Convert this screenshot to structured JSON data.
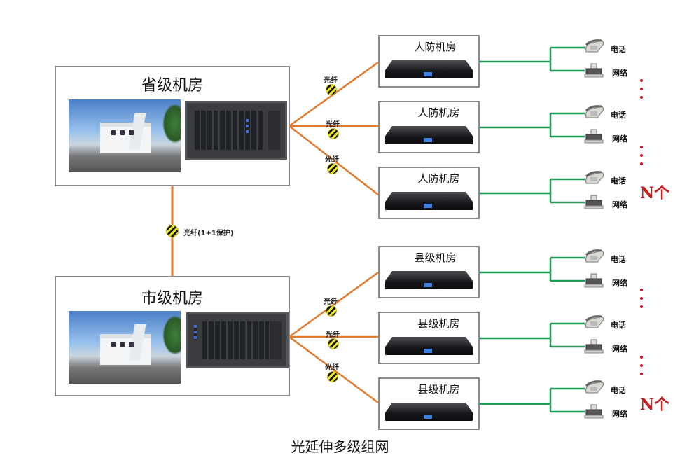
{
  "title": "光延伸多级组网",
  "colors": {
    "fiber": "#e07b2f",
    "copper": "#1e9c55",
    "accent_red": "#c81e1e",
    "badge_yellow": "#f0e62a"
  },
  "main_nodes": {
    "provincial": {
      "label": "省级机房",
      "icons": [
        "building-photo",
        "chassis-device"
      ]
    },
    "city": {
      "label": "市级机房",
      "icons": [
        "building-photo",
        "chassis-device"
      ]
    }
  },
  "trunk_link": {
    "label": "光纤(1+1保护)",
    "icon": "fiber-badge"
  },
  "branches": [
    {
      "parent": "provincial",
      "nodes": [
        {
          "label": "人防机房",
          "fiber_label": "光纤",
          "endpoints": [
            {
              "label": "电话",
              "icon": "phone-icon"
            },
            {
              "label": "网络",
              "icon": "fax-icon"
            }
          ]
        },
        {
          "label": "人防机房",
          "fiber_label": "光纤",
          "endpoints": [
            {
              "label": "电话",
              "icon": "phone-icon"
            },
            {
              "label": "网络",
              "icon": "fax-icon"
            }
          ]
        },
        {
          "label": "人防机房",
          "fiber_label": "光纤",
          "endpoints": [
            {
              "label": "电话",
              "icon": "phone-icon"
            },
            {
              "label": "网络",
              "icon": "fax-icon"
            }
          ]
        }
      ],
      "count_label": "N个"
    },
    {
      "parent": "city",
      "nodes": [
        {
          "label": "县级机房",
          "fiber_label": "光纤",
          "endpoints": [
            {
              "label": "电话",
              "icon": "phone-icon"
            },
            {
              "label": "网络",
              "icon": "fax-icon"
            }
          ]
        },
        {
          "label": "县级机房",
          "fiber_label": "光纤",
          "endpoints": [
            {
              "label": "电话",
              "icon": "phone-icon"
            },
            {
              "label": "网络",
              "icon": "fax-icon"
            }
          ]
        },
        {
          "label": "县级机房",
          "fiber_label": "光纤",
          "endpoints": [
            {
              "label": "电话",
              "icon": "phone-icon"
            },
            {
              "label": "网络",
              "icon": "fax-icon"
            }
          ]
        }
      ],
      "count_label": "N个"
    }
  ]
}
